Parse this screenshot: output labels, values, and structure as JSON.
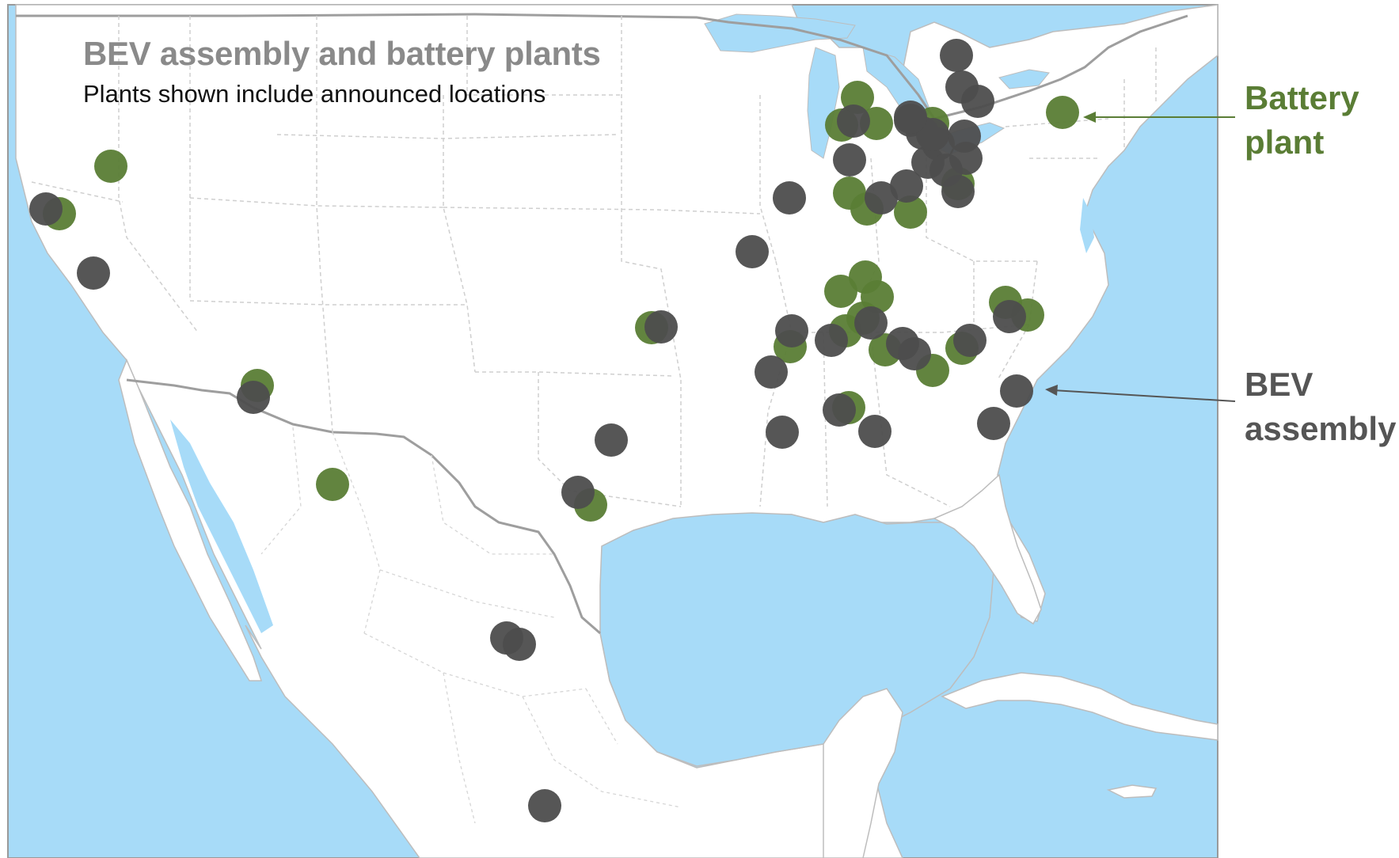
{
  "map": {
    "title": "BEV assembly and battery plants",
    "subtitle": "Plants shown include announced locations"
  },
  "legend": {
    "battery": {
      "line1": "Battery",
      "line2": "plant",
      "color": "#5a7d35"
    },
    "bev": {
      "line1": "BEV",
      "line2": "assembly",
      "color": "#555555"
    }
  },
  "colors": {
    "ocean": "#a7dbf8",
    "land": "#ffffff",
    "border": "#bdbdbd",
    "state_border": "#cfcfcf",
    "battery_marker": "#5a7d35",
    "bev_marker": "#4d4d4d"
  },
  "plants": {
    "battery": [
      [
        140,
        210
      ],
      [
        75,
        270
      ],
      [
        325,
        487
      ],
      [
        420,
        612
      ],
      [
        823,
        414
      ],
      [
        746,
        638
      ],
      [
        1083,
        123
      ],
      [
        1063,
        158
      ],
      [
        1107,
        156
      ],
      [
        1178,
        156
      ],
      [
        1073,
        244
      ],
      [
        1095,
        264
      ],
      [
        1150,
        268
      ],
      [
        1210,
        232
      ],
      [
        1093,
        350
      ],
      [
        1062,
        368
      ],
      [
        1108,
        375
      ],
      [
        1068,
        418
      ],
      [
        1090,
        402
      ],
      [
        998,
        438
      ],
      [
        1118,
        442
      ],
      [
        1178,
        468
      ],
      [
        1215,
        440
      ],
      [
        1072,
        515
      ],
      [
        1270,
        382
      ],
      [
        1298,
        398
      ],
      [
        1342,
        142
      ]
    ],
    "bev": [
      [
        58,
        264
      ],
      [
        118,
        345
      ],
      [
        320,
        502
      ],
      [
        835,
        413
      ],
      [
        772,
        556
      ],
      [
        730,
        622
      ],
      [
        640,
        806
      ],
      [
        656,
        814
      ],
      [
        688,
        1018
      ],
      [
        950,
        318
      ],
      [
        997,
        250
      ],
      [
        1000,
        418
      ],
      [
        974,
        470
      ],
      [
        1050,
        430
      ],
      [
        1100,
        408
      ],
      [
        1140,
        434
      ],
      [
        1155,
        447
      ],
      [
        1060,
        518
      ],
      [
        988,
        546
      ],
      [
        1105,
        545
      ],
      [
        1073,
        202
      ],
      [
        1078,
        153
      ],
      [
        1113,
        250
      ],
      [
        1145,
        235
      ],
      [
        1150,
        152
      ],
      [
        1165,
        168
      ],
      [
        1172,
        205
      ],
      [
        1185,
        182
      ],
      [
        1195,
        215
      ],
      [
        1210,
        242
      ],
      [
        1220,
        200
      ],
      [
        1218,
        172
      ],
      [
        1178,
        170
      ],
      [
        1208,
        70
      ],
      [
        1215,
        110
      ],
      [
        1235,
        128
      ],
      [
        1150,
        148
      ],
      [
        1225,
        430
      ],
      [
        1275,
        400
      ],
      [
        1284,
        494
      ],
      [
        1255,
        535
      ]
    ]
  }
}
